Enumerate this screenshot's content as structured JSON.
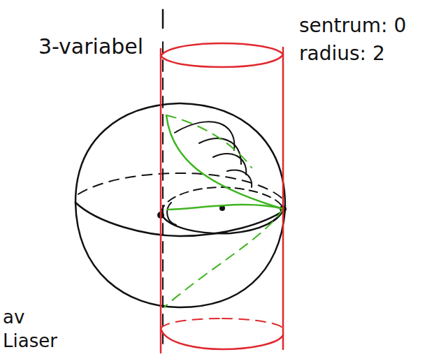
{
  "diagram": {
    "labels": [
      "3-variabel",
      "sentrum: 0",
      "radius: 2",
      "av",
      "Liaser"
    ]
  }
}
